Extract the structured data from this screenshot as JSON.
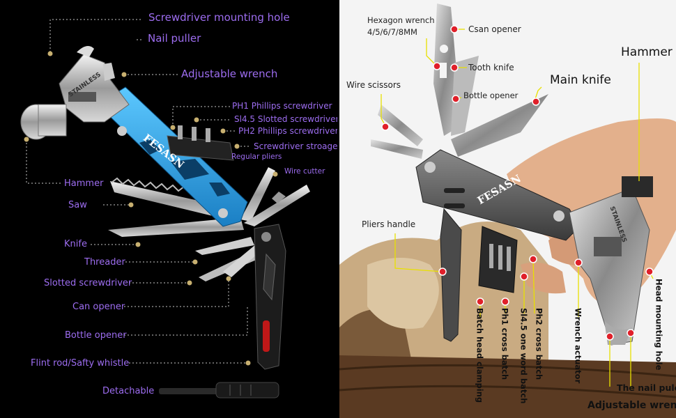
{
  "left_panel": {
    "brand": "FESASN",
    "engraving": "STAINLESS",
    "labels": {
      "screwdriver_mounting_hole": "Screwdriver mounting hole",
      "nail_puller": "Nail puller",
      "adjustable_wrench": "Adjustable wrench",
      "ph1": "PH1 Phillips screwdriver",
      "sl45": "Sl4.5 Slotted screwdriver",
      "ph2": "PH2 Phillips screwdriver",
      "storage": "Screwdriver stroage",
      "regular_pliers": "Regular pliers",
      "wire_cutter": "Wire cutter",
      "hammer": "Hammer",
      "saw": "Saw",
      "knife": "Knife",
      "threader": "Threader",
      "slotted": "Slotted screwdriver",
      "can_opener": "Can opener",
      "bottle_opener": "Bottle opener",
      "flint": "Flint rod/Safty whistle",
      "detachable": "Detachable"
    }
  },
  "right_panel": {
    "brand": "FESASN",
    "engraving": "STAINLESS",
    "labels": {
      "hex_wrench": "Hexagon wrench",
      "hex_sizes": "4/5/6/7/8MM",
      "csan_opener": "Csan opener",
      "tooth_knife": "Tooth knife",
      "bottle_opener": "Bottle opener",
      "wire_scissors": "Wire scissors",
      "main_knife": "Main knife",
      "hammer": "Hammer",
      "pliers_handle": "Pliers handle",
      "batch_head": "Batch head clamping",
      "ph1_cross": "Ph1 cross batch",
      "sl45_word": "Sl4.5 one word batch",
      "ph2_cross": "Ph2 cross batch",
      "wrench_actuator": "Wrench actuator",
      "head_hole": "Head mounting hole",
      "nail_puler": "The nail puler",
      "adjustable_wrench": "Adjustable wrench"
    }
  },
  "colors": {
    "label_purple": "#9d6df0",
    "handle_blue": "#2aa8e8",
    "marker_gold": "#c8b070",
    "marker_red": "#e0202a",
    "leader_yellow": "#e8e000"
  }
}
